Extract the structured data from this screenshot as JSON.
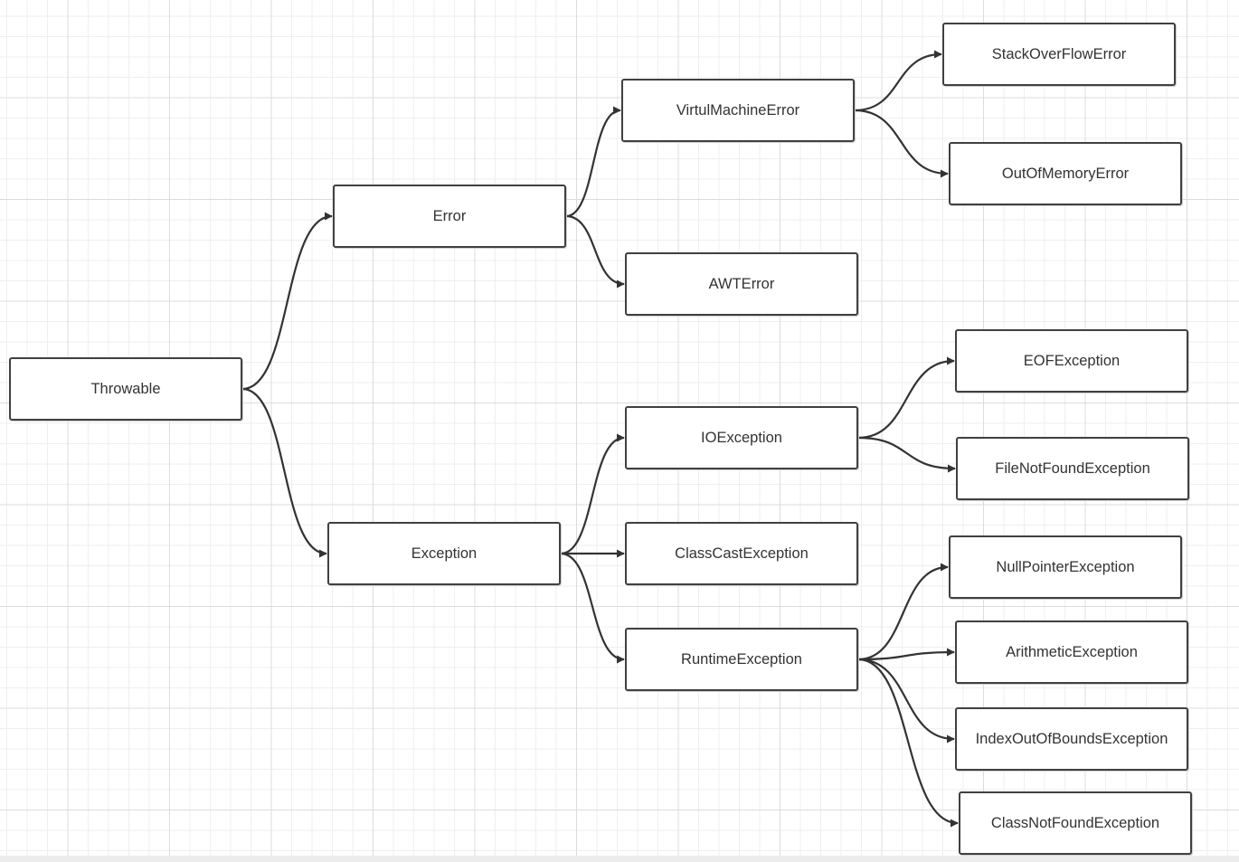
{
  "diagram": {
    "nodes": [
      {
        "id": "throwable",
        "label": "Throwable"
      },
      {
        "id": "error",
        "label": "Error"
      },
      {
        "id": "exception",
        "label": "Exception"
      },
      {
        "id": "virtual_machine_error",
        "label": "VirtulMachineError"
      },
      {
        "id": "awt_error",
        "label": "AWTError"
      },
      {
        "id": "stack_over_flow_error",
        "label": "StackOverFlowError"
      },
      {
        "id": "out_of_memory_error",
        "label": "OutOfMemoryError"
      },
      {
        "id": "io_exception",
        "label": "IOException"
      },
      {
        "id": "class_cast_exception",
        "label": "ClassCastException"
      },
      {
        "id": "runtime_exception",
        "label": "RuntimeException"
      },
      {
        "id": "eof_exception",
        "label": "EOFException"
      },
      {
        "id": "file_not_found_exception",
        "label": "FileNotFoundException"
      },
      {
        "id": "null_pointer_exception",
        "label": "NullPointerException"
      },
      {
        "id": "arithmetic_exception",
        "label": "ArithmeticException"
      },
      {
        "id": "index_out_of_bounds_exception",
        "label": "IndexOutOfBoundsException"
      },
      {
        "id": "class_not_found_exception",
        "label": "ClassNotFoundException"
      }
    ],
    "edges": [
      {
        "from": "throwable",
        "to": "error"
      },
      {
        "from": "throwable",
        "to": "exception"
      },
      {
        "from": "error",
        "to": "virtual_machine_error"
      },
      {
        "from": "error",
        "to": "awt_error"
      },
      {
        "from": "virtual_machine_error",
        "to": "stack_over_flow_error"
      },
      {
        "from": "virtual_machine_error",
        "to": "out_of_memory_error"
      },
      {
        "from": "exception",
        "to": "io_exception"
      },
      {
        "from": "exception",
        "to": "class_cast_exception"
      },
      {
        "from": "exception",
        "to": "runtime_exception"
      },
      {
        "from": "io_exception",
        "to": "eof_exception"
      },
      {
        "from": "io_exception",
        "to": "file_not_found_exception"
      },
      {
        "from": "runtime_exception",
        "to": "null_pointer_exception"
      },
      {
        "from": "runtime_exception",
        "to": "arithmetic_exception"
      },
      {
        "from": "runtime_exception",
        "to": "index_out_of_bounds_exception"
      },
      {
        "from": "runtime_exception",
        "to": "class_not_found_exception"
      }
    ]
  },
  "colors": {
    "node_border": "#404040",
    "edge": "#333333",
    "text": "#333333"
  }
}
